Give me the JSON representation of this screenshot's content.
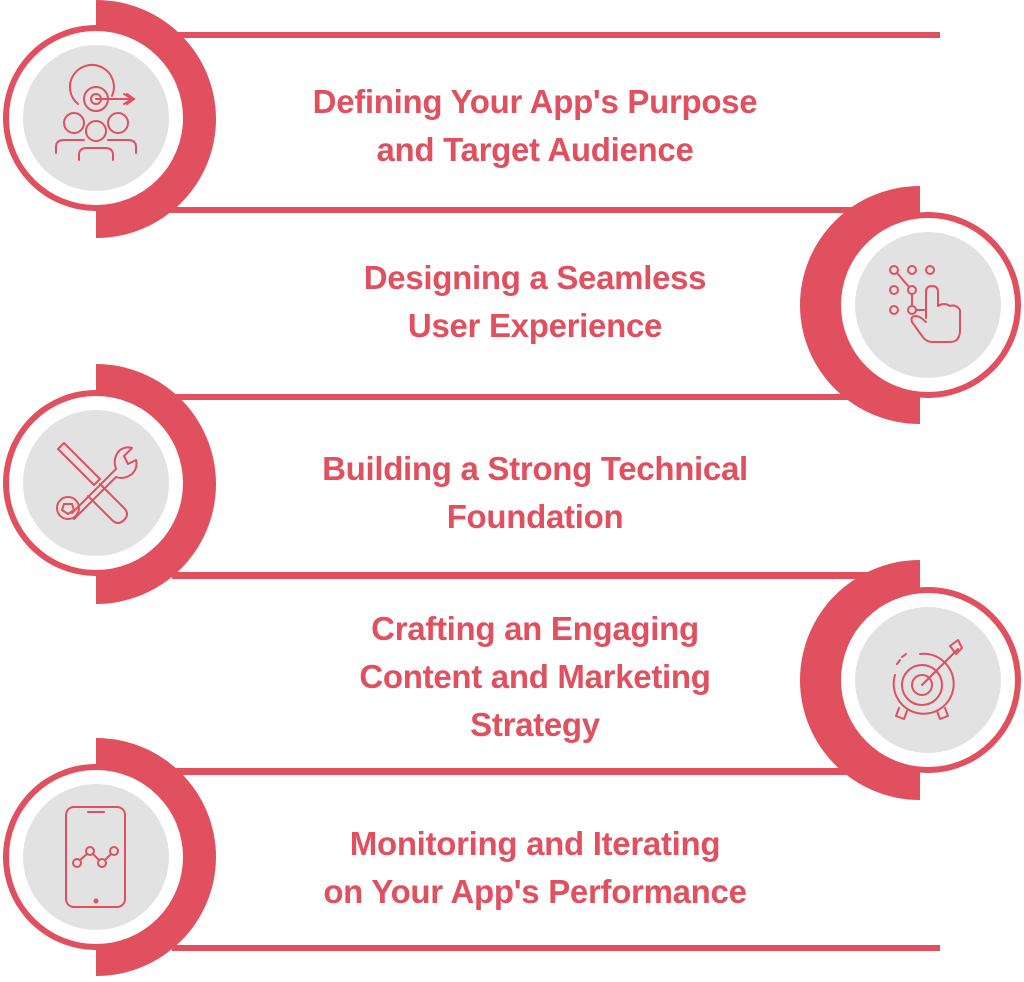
{
  "colors": {
    "accent": "#E0505E",
    "disc": "#E2E2E2",
    "background": "#FFFFFF"
  },
  "steps": [
    {
      "id": 1,
      "side": "left",
      "icon": "audience-target-icon",
      "lines": [
        "Defining Your App's Purpose",
        "and Target Audience"
      ]
    },
    {
      "id": 2,
      "side": "right",
      "icon": "pattern-touch-icon",
      "lines": [
        "Designing a Seamless",
        "User Experience"
      ]
    },
    {
      "id": 3,
      "side": "left",
      "icon": "wrench-screwdriver-icon",
      "lines": [
        "Building a Strong Technical",
        "Foundation"
      ]
    },
    {
      "id": 4,
      "side": "right",
      "icon": "target-arrow-icon",
      "lines": [
        "Crafting an Engaging",
        "Content and Marketing",
        "Strategy"
      ]
    },
    {
      "id": 5,
      "side": "left",
      "icon": "phone-analytics-icon",
      "lines": [
        "Monitoring and Iterating",
        "on Your App's Performance"
      ]
    }
  ]
}
